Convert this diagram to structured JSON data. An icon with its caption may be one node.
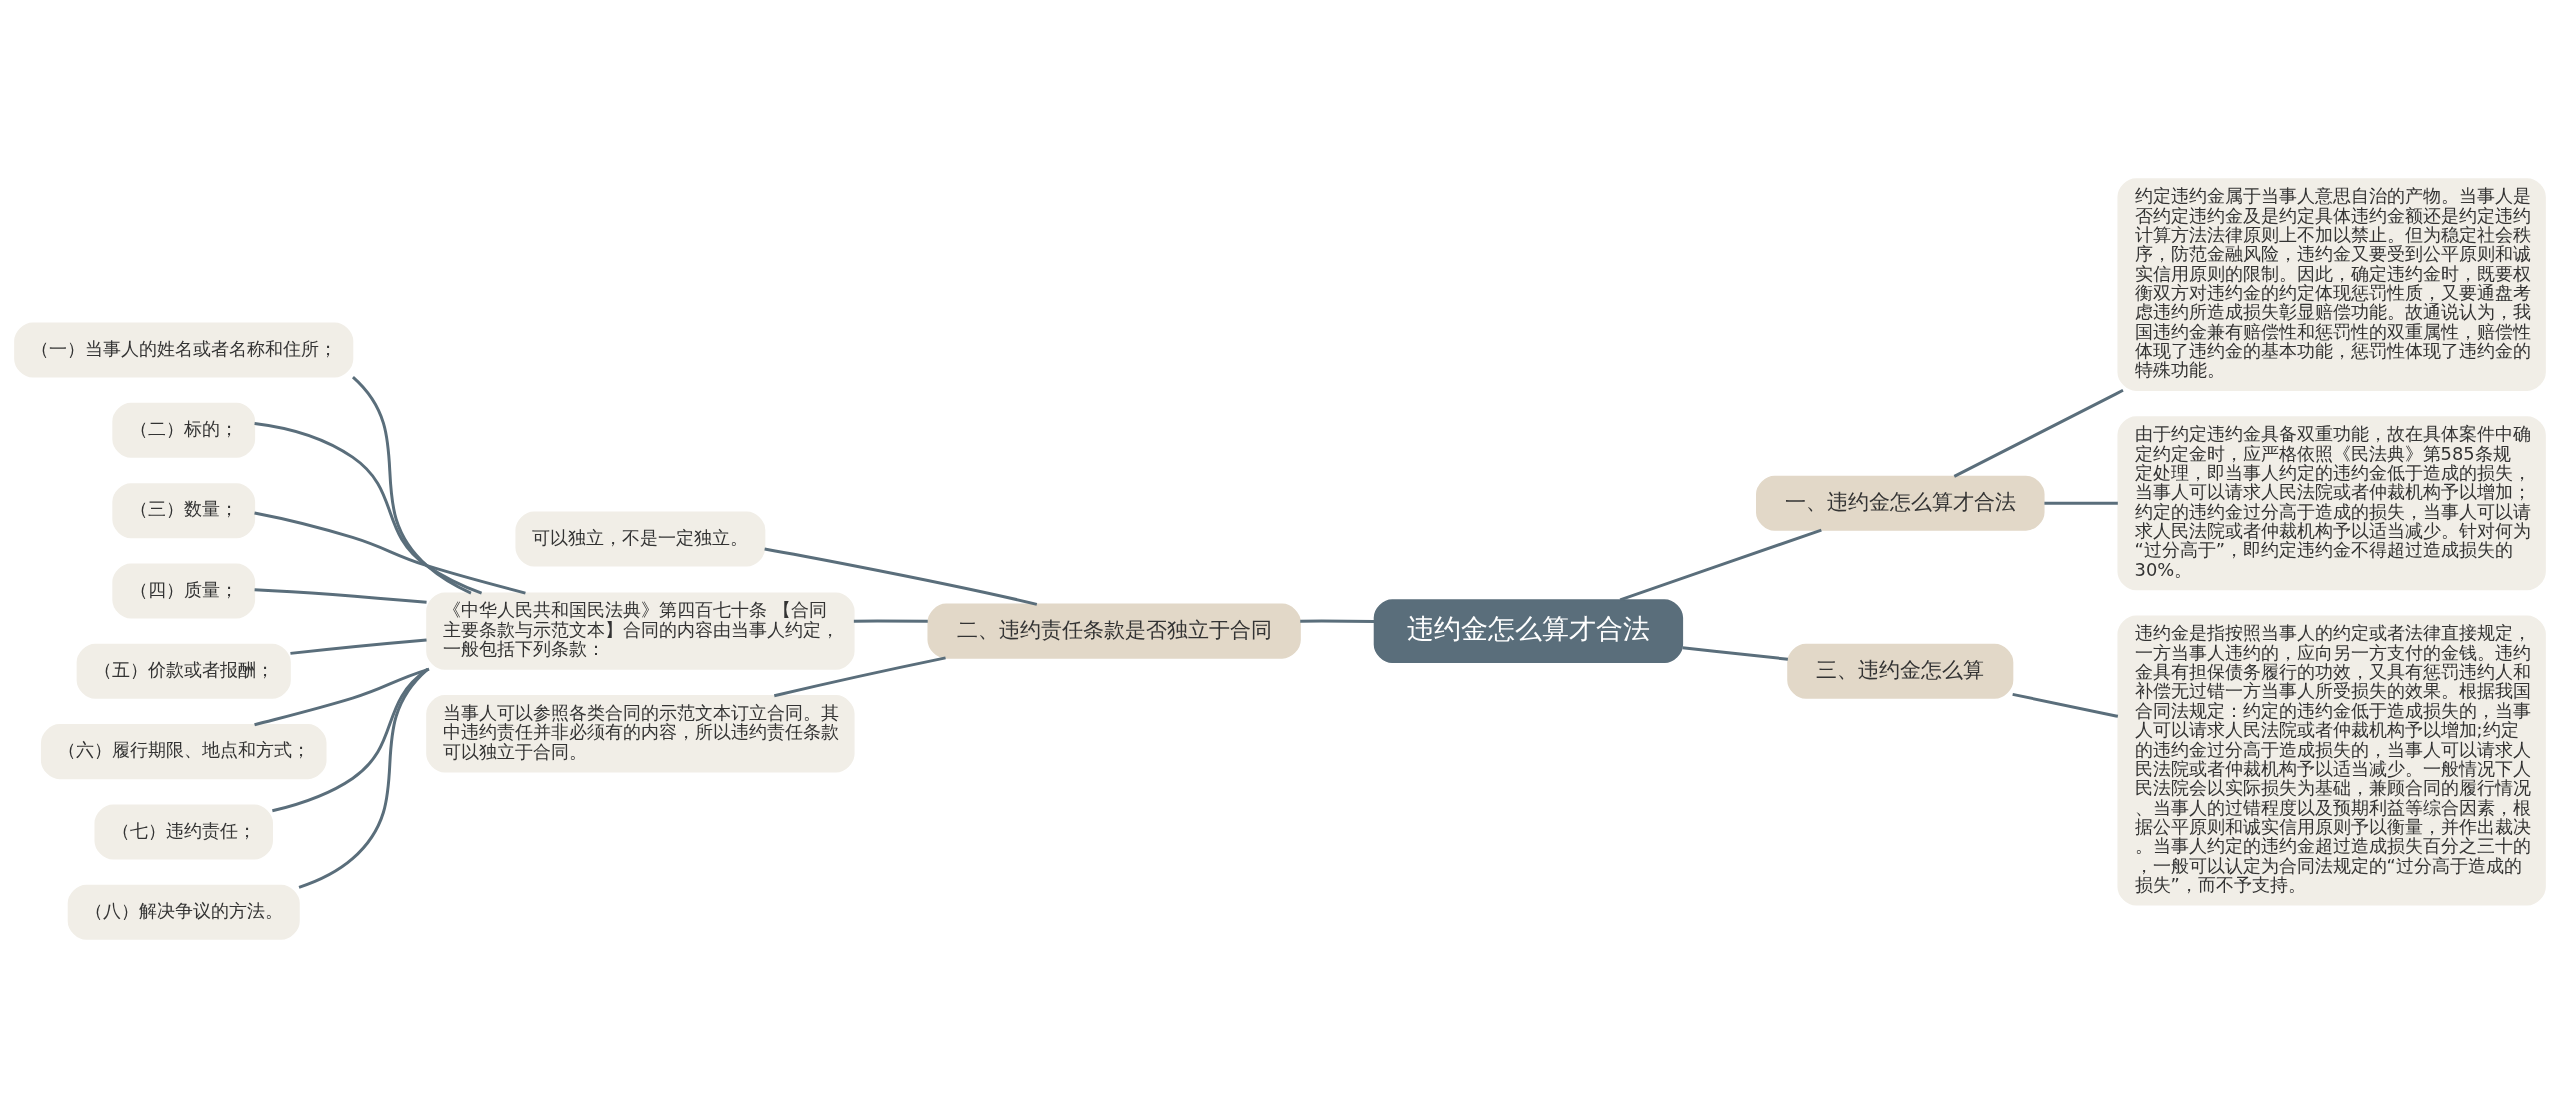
{
  "diagram": {
    "nodes": [
      {
        "text": [
          "违约金怎么算才合法"
        ]
      },
      {
        "text": [
          "一、违约金怎么算才合法"
        ]
      },
      {
        "text": [
          "约定违约金属于当事人意思自治的产物。当事人是否约定违约金及是约定具体违约金额还是约定违约计算方法法律原则上不加以禁止。但为稳定社会秩序，防范金融风险，违约金又要受到公平原则和诚实信用原则的限制。因此，确定违约金时，既要权衡双方对违约金的约定体现惩罚性质，又要通盘考虑违约所造成损失彰显赔偿功能。故通说认为，我国违约金兼有赔偿性和惩罚性的双重属性，赔偿性体现了违约金的基本功能，惩罚性体现了违约金的特殊功能。"
        ]
      },
      {
        "text": [
          "由于约定违约金具备双重功能，故在具体案件中确定约定金时，应严格依照《民法典》第585条规定处理，即当事人约定的违约金低于造成的损失，当事人可以请求人民法院或者仲裁机构予以增加；约定的违约金过分高于造成的损失，当事人可以请求人民法院或者仲裁机构予以适当减少。针对何为“过分高于”，即约定违约金不得超过造成损失的30%。"
        ]
      },
      {
        "text": [
          "二、违约责任条款是否独立于合同"
        ]
      },
      {
        "text": [
          "可以独立，不是一定独立。"
        ]
      },
      {
        "text": [
          "《中华人民共和国民法典》第四百七十条 【合同主要条款与示范文本】合同的内容由当事人约定，一般包括下列条款："
        ]
      },
      {
        "text": [
          "（一）当事人的姓名或者名称和住所；"
        ]
      },
      {
        "text": [
          "（二）标的；"
        ]
      },
      {
        "text": [
          "（三）数量；"
        ]
      },
      {
        "text": [
          "（四）质量；"
        ]
      },
      {
        "text": [
          "（五）价款或者报酬；"
        ]
      },
      {
        "text": [
          "（六）履行期限、地点和方式；"
        ]
      },
      {
        "text": [
          "（七）违约责任；"
        ]
      },
      {
        "text": [
          "（八）解决争议的方法。"
        ]
      },
      {
        "text": [
          "当事人可以参照各类合同的示范文本订立合同。其中违约责任并非必须有的内容，所以违约责任条款可以独立于合同。"
        ]
      },
      {
        "text": [
          "三、违约金怎么算"
        ]
      },
      {
        "text": [
          "违约金是指按照当事人的约定或者法律直接规定，一方当事人违约的，应向另一方支付的金钱。违约金具有担保债务履行的功效，又具有惩罚违约人和补偿无过错一方当事人所受损失的效果。根据我国合同法规定：约定的违约金低于造成损失的，当事人可以请求人民法院或者仲裁机构予以增加;约定的违约金过分高于造成损失的，当事人可以请求人民法院或者仲裁机构予以适当减少。一般情况下人民法院会以实际损失为基础，兼顾合同的履行情况、当事人的过错程度以及预期利益等综合因素，根据公平原则和诚实信用原则予以衡量，并作出裁决。当事人约定的违约金超过造成损失百分之三十的，一般可以认定为合同法规定的“过分高于造成的损失”，而不予支持。"
        ]
      }
    ],
    "edges": [
      {
        "from": 0,
        "to": 1,
        "arrow": "none"
      },
      {
        "from": 1,
        "to": 2,
        "arrow": "none"
      },
      {
        "from": 1,
        "to": 3,
        "arrow": "none"
      },
      {
        "from": 0,
        "to": 4,
        "arrow": "none"
      },
      {
        "from": 4,
        "to": 5,
        "arrow": "none"
      },
      {
        "from": 4,
        "to": 6,
        "arrow": "none"
      },
      {
        "from": 6,
        "to": 7,
        "arrow": "none"
      },
      {
        "from": 6,
        "to": 8,
        "arrow": "none"
      },
      {
        "from": 6,
        "to": 9,
        "arrow": "none"
      },
      {
        "from": 6,
        "to": 10,
        "arrow": "none"
      },
      {
        "from": 6,
        "to": 11,
        "arrow": "none"
      },
      {
        "from": 6,
        "to": 12,
        "arrow": "none"
      },
      {
        "from": 6,
        "to": 13,
        "arrow": "none"
      },
      {
        "from": 6,
        "to": 14,
        "arrow": "none"
      },
      {
        "from": 4,
        "to": 15,
        "arrow": "none"
      },
      {
        "from": 0,
        "to": 16,
        "arrow": "none"
      },
      {
        "from": 16,
        "to": 17,
        "arrow": "none"
      }
    ]
  }
}
